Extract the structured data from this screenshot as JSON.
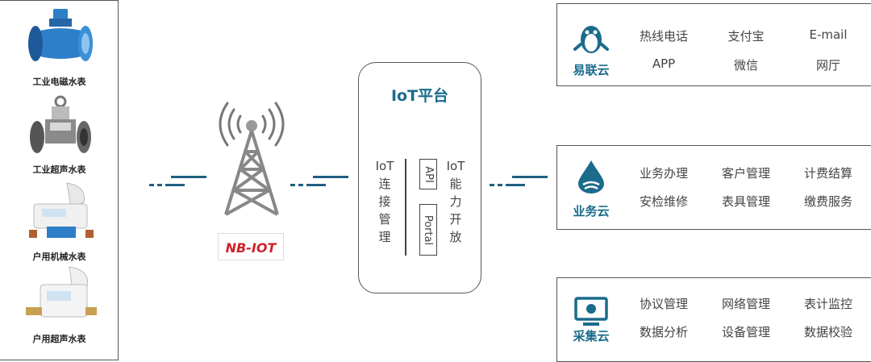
{
  "meters": [
    {
      "label": "工业电磁水表",
      "icon": "electromagnetic-meter-icon"
    },
    {
      "label": "工业超声水表",
      "icon": "ultrasonic-industrial-meter-icon"
    },
    {
      "label": "户用机械水表",
      "icon": "mechanical-household-meter-icon"
    },
    {
      "label": "户用超声水表",
      "icon": "ultrasonic-household-meter-icon"
    }
  ],
  "network": {
    "logo_text": "NB-IOT",
    "icon": "cell-tower-icon"
  },
  "platform": {
    "title": "IoT平台",
    "left_col": [
      "IoT",
      "连",
      "接",
      "管",
      "理"
    ],
    "api_label": "API",
    "portal_label": "Portal",
    "right_col": [
      "IoT",
      "能",
      "力",
      "开",
      "放"
    ]
  },
  "clouds": [
    {
      "name": "易联云",
      "icon": "penguin-icon",
      "services": [
        "热线电话",
        "支付宝",
        "E-mail",
        "APP",
        "微信",
        "网厅"
      ]
    },
    {
      "name": "业务云",
      "icon": "water-drop-icon",
      "services": [
        "业务办理",
        "客户管理",
        "计费结算",
        "安检维修",
        "表具管理",
        "缴费服务"
      ]
    },
    {
      "name": "采集云",
      "icon": "monitor-icon",
      "services": [
        "协议管理",
        "网络管理",
        "表计监控",
        "数据分析",
        "设备管理",
        "数据校验"
      ]
    }
  ],
  "colors": {
    "accent": "#1a6b8c",
    "dash": "#1f5f80",
    "logo_red": "#d0202a"
  }
}
